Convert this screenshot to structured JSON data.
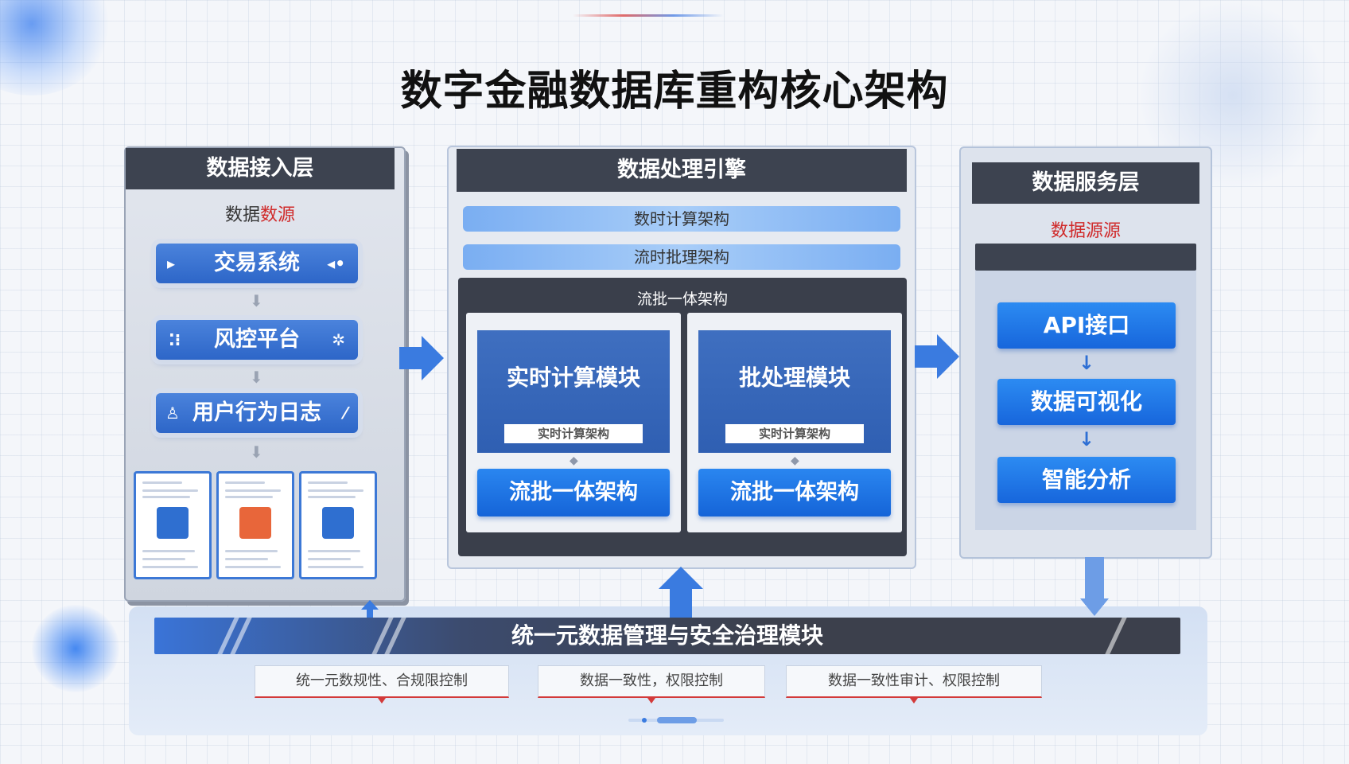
{
  "title": "数字金融数据库重构核心架构",
  "ingestion": {
    "header": "数据接入层",
    "subtitle_black": "数据",
    "subtitle_red": "数源",
    "sources": [
      {
        "label": "交易系统",
        "icon": "cursor-icon"
      },
      {
        "label": "风控平台",
        "icon": "network-icon"
      },
      {
        "label": "用户行为日志",
        "icon": "user-icon"
      }
    ],
    "cards": [
      {
        "icon": "database-cube-icon",
        "color": "#2f6fd0"
      },
      {
        "icon": "database-cube-icon",
        "color": "#e8663a"
      },
      {
        "icon": "database-cube-icon",
        "color": "#2f6fd0"
      }
    ]
  },
  "processing": {
    "header": "数据处理引擎",
    "bar1": "数时计算架构",
    "bar2": "流时批理架构",
    "inner_title": "流批一体架构",
    "modules": [
      {
        "title": "实时计算模块",
        "tag": "实时计算架构",
        "button": "流批一体架构"
      },
      {
        "title": "批处理模块",
        "tag": "实时计算架构",
        "button": "流批一体架构"
      }
    ]
  },
  "service": {
    "header": "数据服务层",
    "subtitle": "数据源源",
    "buttons": [
      "API接口",
      "数据可视化",
      "智能分析"
    ]
  },
  "governance": {
    "title": "统一元数据管理与安全治理模块",
    "rules": [
      "统一元数规性、合规限控制",
      "数据一致性，权限控制",
      "数据一致性审计、权限控制"
    ]
  },
  "colors": {
    "accent_blue": "#1766dc",
    "dark_header": "#3d4350",
    "red": "#d02a2a"
  }
}
